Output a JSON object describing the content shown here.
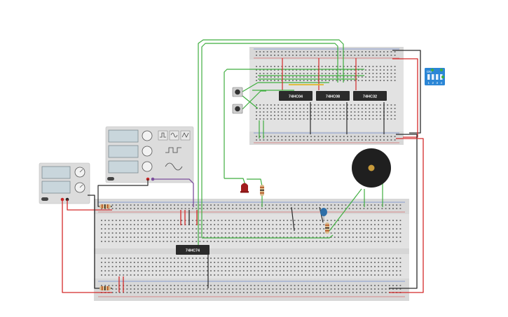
{
  "canvas": {
    "background": "#ffffff"
  },
  "colors": {
    "breadboard": "#e2e2e2",
    "breadboard_rail": "#d3d3d3",
    "hole": "#5f5f5f",
    "rail_red": "#d43b3b",
    "rail_blue": "#3b63c8",
    "wire_green": "#3fae3f",
    "wire_red": "#d42a2a",
    "wire_black": "#2a2a2a",
    "wire_purple": "#7b4e9c",
    "chip_body": "#2b2b2b",
    "instrument_body": "#dcdcdc",
    "instrument_screen": "#c9d6dc",
    "dip_switch": "#2b86d6",
    "buzzer": "#1f1f1f",
    "buzzer_center": "#c79a3b",
    "led": "#a11d1d"
  },
  "chips": [
    {
      "id": "top-1",
      "label": "74HC04"
    },
    {
      "id": "top-2",
      "label": "74HC08"
    },
    {
      "id": "top-3",
      "label": "74HC32"
    },
    {
      "id": "main",
      "label": "74HC74"
    }
  ],
  "dip_switch": {
    "label": "ON",
    "positions": [
      "1",
      "2",
      "3",
      "4"
    ]
  },
  "components": [
    {
      "name": "power-supply",
      "icon": "power-supply-icon"
    },
    {
      "name": "function-generator",
      "icon": "function-generator-icon"
    },
    {
      "name": "piezo-buzzer",
      "icon": "buzzer-icon"
    },
    {
      "name": "red-led",
      "icon": "led-icon"
    },
    {
      "name": "capacitor",
      "icon": "capacitor-icon"
    },
    {
      "name": "push-button-1",
      "icon": "button-icon"
    },
    {
      "name": "push-button-2",
      "icon": "button-icon"
    }
  ]
}
